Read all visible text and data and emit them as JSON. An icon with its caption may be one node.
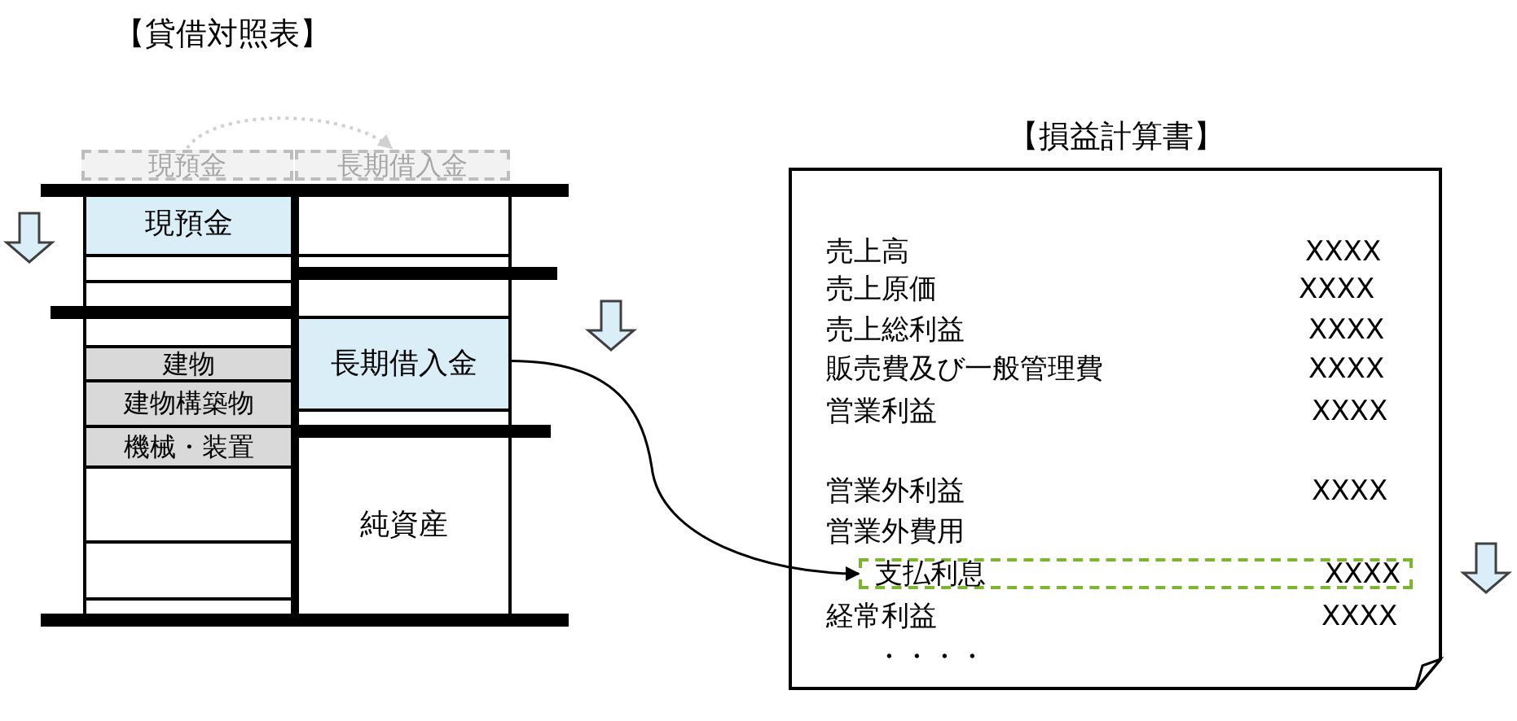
{
  "diagram": {
    "nodes": [
      {
        "text": [
          "現預金"
        ]
      },
      {
        "text": [
          "長期借入金"
        ]
      },
      {
        "text": [
          "現預金"
        ]
      },
      {
        "text": [
          "建物"
        ]
      },
      {
        "text": [
          "建物構築物"
        ]
      },
      {
        "text": [
          "機械・装置"
        ]
      },
      {
        "text": [
          "長期借入金"
        ]
      },
      {
        "text": [
          "純資産"
        ]
      },
      {
        "text": [
          "【損益計算書】",
          "売上高",
          "XXXX",
          "売上原価",
          "XXXX",
          "売上総利益",
          "XXXX",
          "販売費及び一般管理費",
          "XXXX",
          "営業利益",
          "XXXX",
          "営業外利益",
          "XXXX",
          "営業外費用",
          "経常利益",
          "XXXX",
          "・・・・"
        ]
      },
      {
        "text": [
          "支払利息",
          "XXXX"
        ],
        "in": 8
      }
    ],
    "edges": [
      {
        "from": 0,
        "to": 1,
        "arrow": "to",
        "style": "dashed",
        "color": "#d0d0d0"
      },
      {
        "from": 6,
        "to": 9,
        "arrow": "to",
        "color": "#000000"
      }
    ],
    "labels": [
      "【貸借対照表】"
    ]
  }
}
